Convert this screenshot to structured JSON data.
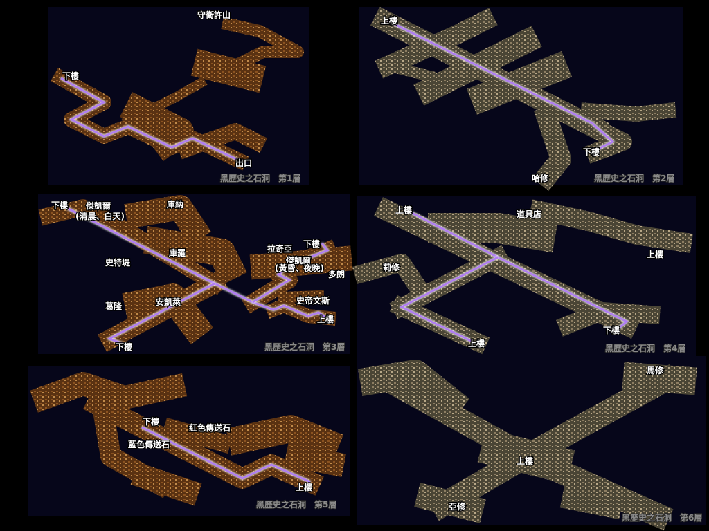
{
  "colors": {
    "route": "#b07ef0",
    "cave_brown": "#6b3d17",
    "cave_stone": "#6e6450",
    "panel_bg": "#06061a"
  },
  "floors": [
    {
      "caption": "黑歷史之石洞　第1層",
      "labels": [
        "下樓",
        "守衛許山",
        "出口"
      ]
    },
    {
      "caption": "黑歷史之石洞　第2層",
      "labels": [
        "上樓",
        "下樓",
        "哈修"
      ]
    },
    {
      "caption": "黑歷史之石洞　第3層",
      "labels": [
        "下樓",
        "傑凱爾",
        "(清晨、白天)",
        "庫納",
        "庫羅",
        "史特堤",
        "拉奇亞",
        "下樓",
        "傑凱爾",
        "(黃昏、夜晚)",
        "多朗",
        "史帝文斯",
        "上樓",
        "葛隆",
        "安凱萊",
        "下樓"
      ]
    },
    {
      "caption": "黑歷史之石洞　第4層",
      "labels": [
        "上樓",
        "道具店",
        "上樓",
        "莉修",
        "下樓",
        "上樓"
      ]
    },
    {
      "caption": "黑歷史之石洞　第5層",
      "labels": [
        "下樓",
        "紅色傳送石",
        "藍色傳送石",
        "上樓"
      ]
    },
    {
      "caption": "黑歷史之石洞　第6層",
      "labels": [
        "馬修",
        "上樓",
        "亞修"
      ]
    }
  ]
}
